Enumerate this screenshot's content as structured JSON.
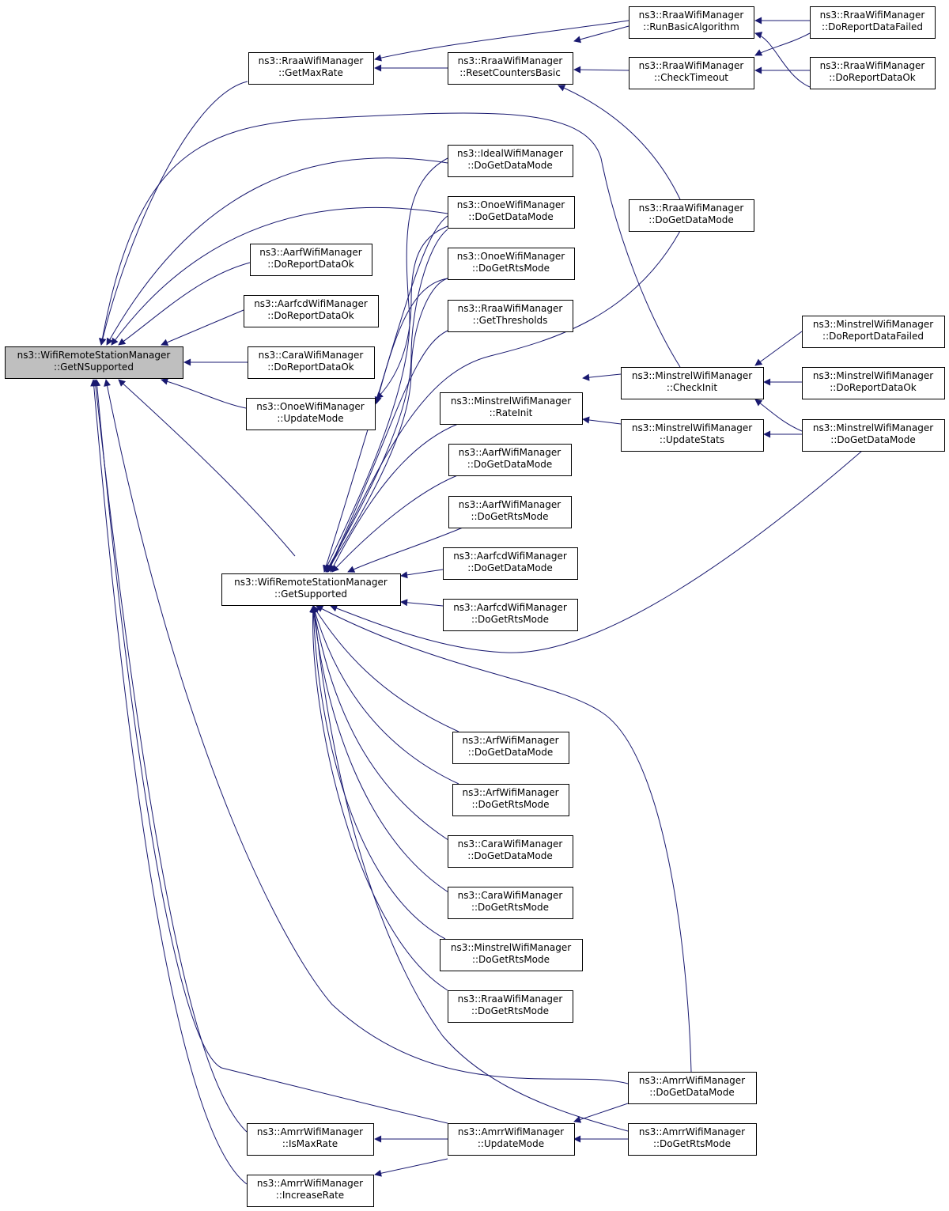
{
  "colors": {
    "edge": "#191970",
    "root_fill": "#bfbfbf",
    "node_fill": "#ffffff",
    "border": "#000000"
  },
  "nodes": [
    {
      "id": "root",
      "l1": "ns3::WifiRemoteStationManager",
      "l2": "::GetNSupported",
      "root": true
    },
    {
      "id": "rraa_getmaxrate",
      "l1": "ns3::RraaWifiManager",
      "l2": "::GetMaxRate"
    },
    {
      "id": "rraa_resetcounters",
      "l1": "ns3::RraaWifiManager",
      "l2": "::ResetCountersBasic"
    },
    {
      "id": "rraa_runbasic",
      "l1": "ns3::RraaWifiManager",
      "l2": "::RunBasicAlgorithm"
    },
    {
      "id": "rraa_checktimeout",
      "l1": "ns3::RraaWifiManager",
      "l2": "::CheckTimeout"
    },
    {
      "id": "rraa_reportfailed",
      "l1": "ns3::RraaWifiManager",
      "l2": "::DoReportDataFailed"
    },
    {
      "id": "rraa_reportok",
      "l1": "ns3::RraaWifiManager",
      "l2": "::DoReportDataOk"
    },
    {
      "id": "rraa_getdatamode",
      "l1": "ns3::RraaWifiManager",
      "l2": "::DoGetDataMode"
    },
    {
      "id": "ideal_getdatamode",
      "l1": "ns3::IdealWifiManager",
      "l2": "::DoGetDataMode"
    },
    {
      "id": "onoe_getdatamode",
      "l1": "ns3::OnoeWifiManager",
      "l2": "::DoGetDataMode"
    },
    {
      "id": "onoe_getrtsmode",
      "l1": "ns3::OnoeWifiManager",
      "l2": "::DoGetRtsMode"
    },
    {
      "id": "rraa_getthresholds",
      "l1": "ns3::RraaWifiManager",
      "l2": "::GetThresholds"
    },
    {
      "id": "aarf_reportok",
      "l1": "ns3::AarfWifiManager",
      "l2": "::DoReportDataOk"
    },
    {
      "id": "aarfcd_reportok",
      "l1": "ns3::AarfcdWifiManager",
      "l2": "::DoReportDataOk"
    },
    {
      "id": "cara_reportok",
      "l1": "ns3::CaraWifiManager",
      "l2": "::DoReportDataOk"
    },
    {
      "id": "onoe_updatemode",
      "l1": "ns3::OnoeWifiManager",
      "l2": "::UpdateMode"
    },
    {
      "id": "minstrel_rateinit",
      "l1": "ns3::MinstrelWifiManager",
      "l2": "::RateInit"
    },
    {
      "id": "minstrel_checkinit",
      "l1": "ns3::MinstrelWifiManager",
      "l2": "::CheckInit"
    },
    {
      "id": "minstrel_updatestats",
      "l1": "ns3::MinstrelWifiManager",
      "l2": "::UpdateStats"
    },
    {
      "id": "minstrel_reportfailed",
      "l1": "ns3::MinstrelWifiManager",
      "l2": "::DoReportDataFailed"
    },
    {
      "id": "minstrel_reportok",
      "l1": "ns3::MinstrelWifiManager",
      "l2": "::DoReportDataOk"
    },
    {
      "id": "minstrel_getdatamode",
      "l1": "ns3::MinstrelWifiManager",
      "l2": "::DoGetDataMode"
    },
    {
      "id": "aarf_getdatamode",
      "l1": "ns3::AarfWifiManager",
      "l2": "::DoGetDataMode"
    },
    {
      "id": "aarf_getrtsmode",
      "l1": "ns3::AarfWifiManager",
      "l2": "::DoGetRtsMode"
    },
    {
      "id": "aarfcd_getdatamode",
      "l1": "ns3::AarfcdWifiManager",
      "l2": "::DoGetDataMode"
    },
    {
      "id": "aarfcd_getrtsmode",
      "l1": "ns3::AarfcdWifiManager",
      "l2": "::DoGetRtsMode"
    },
    {
      "id": "getsupported",
      "l1": "ns3::WifiRemoteStationManager",
      "l2": "::GetSupported"
    },
    {
      "id": "arf_getdatamode",
      "l1": "ns3::ArfWifiManager",
      "l2": "::DoGetDataMode"
    },
    {
      "id": "arf_getrtsmode",
      "l1": "ns3::ArfWifiManager",
      "l2": "::DoGetRtsMode"
    },
    {
      "id": "cara_getdatamode",
      "l1": "ns3::CaraWifiManager",
      "l2": "::DoGetDataMode"
    },
    {
      "id": "cara_getrtsmode",
      "l1": "ns3::CaraWifiManager",
      "l2": "::DoGetRtsMode"
    },
    {
      "id": "minstrel_getrtsmode",
      "l1": "ns3::MinstrelWifiManager",
      "l2": "::DoGetRtsMode"
    },
    {
      "id": "rraa_getrtsmode",
      "l1": "ns3::RraaWifiManager",
      "l2": "::DoGetRtsMode"
    },
    {
      "id": "amrr_getdatamode",
      "l1": "ns3::AmrrWifiManager",
      "l2": "::DoGetDataMode"
    },
    {
      "id": "amrr_ismaxrate",
      "l1": "ns3::AmrrWifiManager",
      "l2": "::IsMaxRate"
    },
    {
      "id": "amrr_updatemode",
      "l1": "ns3::AmrrWifiManager",
      "l2": "::UpdateMode"
    },
    {
      "id": "amrr_getrtsmode",
      "l1": "ns3::AmrrWifiManager",
      "l2": "::DoGetRtsMode"
    },
    {
      "id": "amrr_increaserate",
      "l1": "ns3::AmrrWifiManager",
      "l2": "::IncreaseRate"
    }
  ]
}
